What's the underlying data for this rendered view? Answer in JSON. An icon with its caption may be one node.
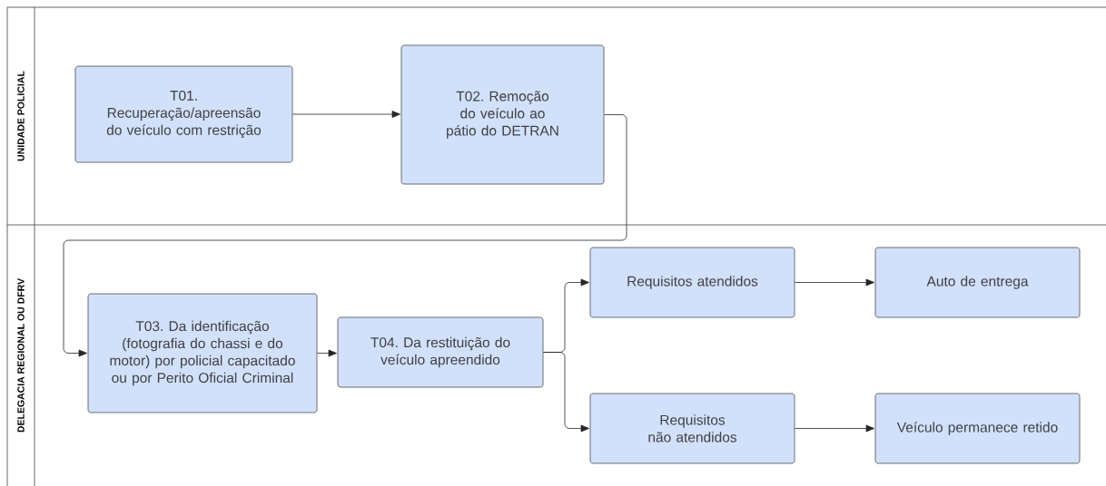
{
  "diagram": {
    "nodes": [
      {
        "text": [
          "UNIDADE POLICIAL"
        ]
      },
      {
        "text": [
          "DELEGACIA REGIONAL OU DFRV"
        ]
      },
      {
        "text": [
          "T01. Recuperação/apreensão do veículo com restrição"
        ],
        "in": 0
      },
      {
        "text": [
          "T02. Remoção do veículo ao pátio do DETRAN"
        ],
        "in": 0
      },
      {
        "text": [
          "T03. Da identificação (fotografia do chassi e do motor) por policial capacitado ou por Perito Oficial Criminal"
        ],
        "in": 1
      },
      {
        "text": [
          "T04. Da restituição do veículo apreendido"
        ],
        "in": 1
      },
      {
        "text": [
          "Requisitos atendidos"
        ],
        "in": 1
      },
      {
        "text": [
          "Auto de entrega"
        ],
        "in": 1
      },
      {
        "text": [
          "Requisitos não atendidos"
        ],
        "in": 1
      },
      {
        "text": [
          "Veículo permanece retido"
        ],
        "in": 1
      }
    ],
    "edges": [
      {
        "from": 2,
        "to": 3,
        "arrow": "to"
      },
      {
        "from": 3,
        "to": 4,
        "arrow": "to"
      },
      {
        "from": 4,
        "to": 5,
        "arrow": "to"
      },
      {
        "from": 5,
        "to": 6,
        "arrow": "to"
      },
      {
        "from": 5,
        "to": 8,
        "arrow": "to"
      },
      {
        "from": 6,
        "to": 7,
        "arrow": "to"
      },
      {
        "from": 8,
        "to": 9,
        "arrow": "to"
      }
    ]
  }
}
